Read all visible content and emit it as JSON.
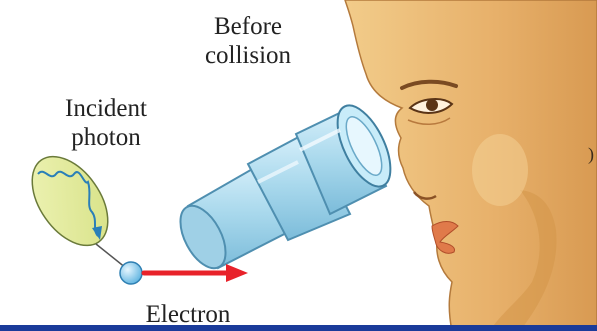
{
  "labels": {
    "before": [
      "Before",
      "collision"
    ],
    "incident": [
      "Incident",
      "photon"
    ],
    "electron": "Electron"
  },
  "colors": {
    "skin": "#e8b36c",
    "lens_blue": "#a8d8ec",
    "ellipse_fill": "#e3ec9a",
    "arrow_red": "#e8222a",
    "electron_ball": "#8fd0f0",
    "frame_line": "#1a3b9a"
  }
}
